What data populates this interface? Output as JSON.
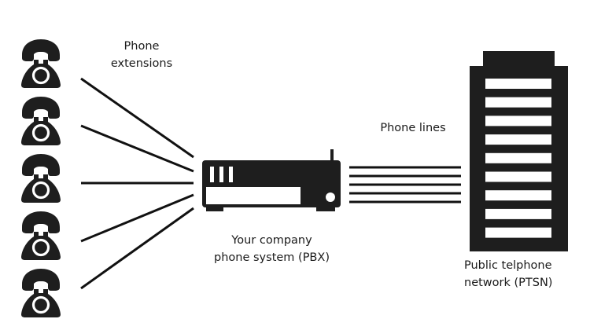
{
  "diagram": {
    "title": "Business phone system overview",
    "colors": {
      "ink": "#1e1e1e",
      "background": "#ffffff"
    },
    "extensions": {
      "label_lines": [
        "Phone",
        "extensions"
      ],
      "count": 5,
      "icon": "telephone-icon"
    },
    "pbx": {
      "label_lines": [
        "Your company",
        "phone system (PBX)"
      ],
      "icon": "router-pbx-icon"
    },
    "phone_lines": {
      "label": "Phone lines",
      "count": 5
    },
    "ptsn": {
      "label_lines": [
        "Public telphone",
        "network (PTSN)"
      ],
      "icon": "building-icon",
      "window_rows": 9
    }
  }
}
